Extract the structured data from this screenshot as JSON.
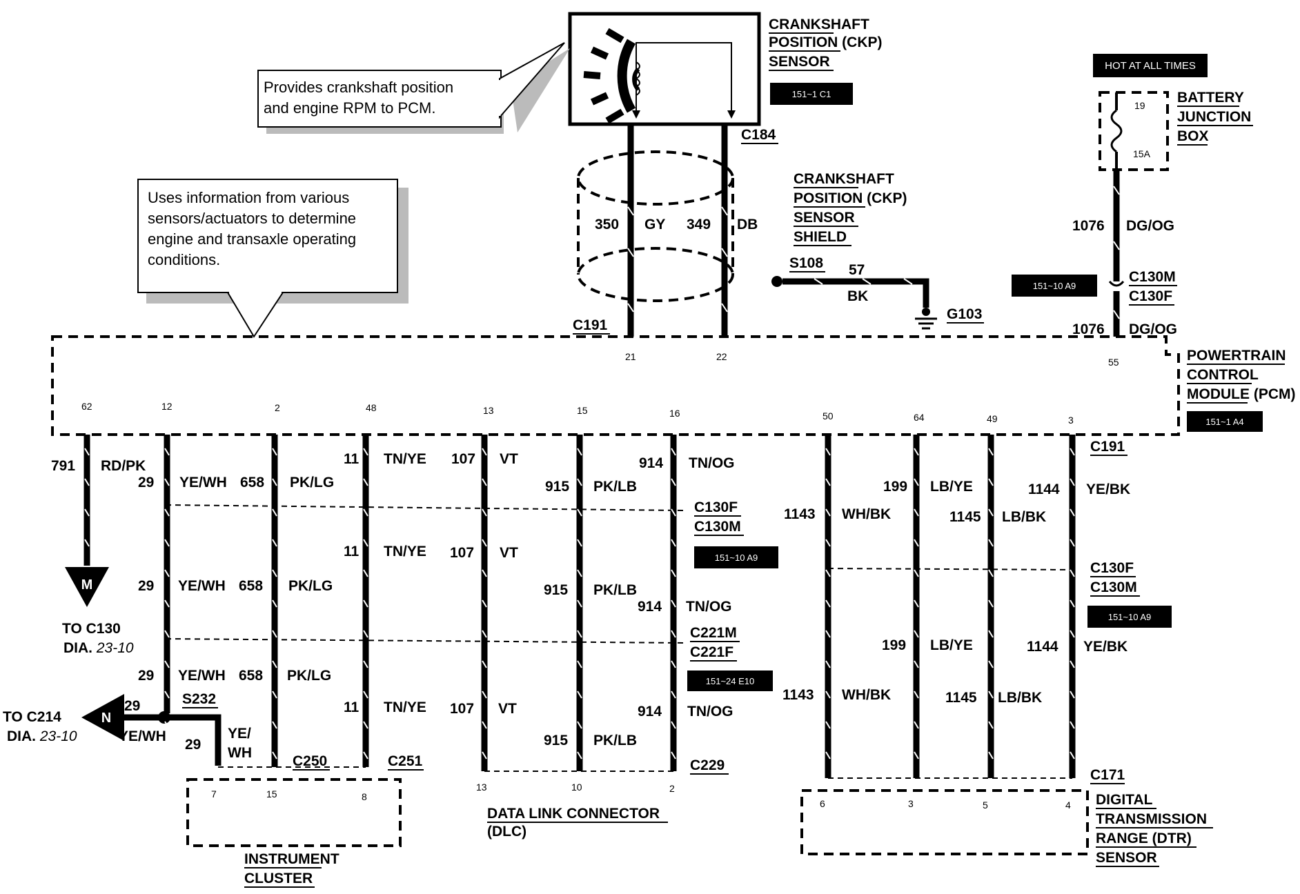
{
  "ckp": {
    "title": [
      "CRANKSHAFT",
      "POSITION (CKP)",
      "SENSOR"
    ],
    "badge": "151~1 C1",
    "note": [
      "Provides crankshaft position",
      "and engine RPM to PCM."
    ]
  },
  "ckp_shield": {
    "title": [
      "CRANKSHAFT",
      "POSITION (CKP)",
      "SENSOR",
      "SHIELD"
    ],
    "wire_a": {
      "circuit": "350",
      "color": "GY"
    },
    "wire_b": {
      "circuit": "349",
      "color": "DB"
    },
    "c184": "C184",
    "c191": "C191",
    "splice": "S108",
    "ground_circuit": "57",
    "ground_color": "BK",
    "ground": "G103",
    "pins": [
      "21",
      "22"
    ]
  },
  "battery": {
    "hot": "HOT AT ALL TIMES",
    "title": [
      "BATTERY",
      "JUNCTION",
      "BOX"
    ],
    "fuse_num": "19",
    "fuse_amp": "15A",
    "circuit": "1076",
    "color": "DG/OG",
    "conn_m": "C130M",
    "conn_f": "C130F",
    "badge": "151~10 A9",
    "pin": "55"
  },
  "pcm": {
    "note": [
      "Uses information from various",
      "sensors/actuators to determine",
      "engine and transaxle operating",
      "conditions."
    ],
    "title": [
      "POWERTRAIN",
      "CONTROL",
      "MODULE (PCM)"
    ],
    "badge": "151~1 A4",
    "pins": [
      "62",
      "12",
      "2",
      "48",
      "13",
      "15",
      "16",
      "50",
      "64",
      "49",
      "3"
    ]
  },
  "left": {
    "w791": {
      "circuit": "791",
      "color": "RD/PK"
    },
    "m_letter": "M",
    "to_c130": "TO C130",
    "dia_c130": "DIA.",
    "dia_c130_num": "23-10",
    "w29": {
      "circuit": "29",
      "color": "YE/WH"
    },
    "w658": {
      "circuit": "658",
      "color": "PK/LG"
    },
    "w11": {
      "circuit": "11",
      "color": "TN/YE"
    },
    "w107": {
      "circuit": "107",
      "color": "VT"
    },
    "w915": {
      "circuit": "915",
      "color": "PK/LB"
    },
    "w914": {
      "circuit": "914",
      "color": "TN/OG"
    },
    "c130f": "C130F",
    "c130m": "C130M",
    "badge_c130": "151~10 A9",
    "c221m": "C221M",
    "c221f": "C221F",
    "badge_c221": "151~24 E10",
    "n_letter": "N",
    "to_c214": "TO C214",
    "dia_c214": "DIA.",
    "dia_c214_num": "23-10",
    "s232": "S232",
    "ye": "YE/",
    "wh": "WH",
    "c250": "C250",
    "c251": "C251",
    "c229": "C229"
  },
  "instrument": {
    "title": [
      "INSTRUMENT",
      "CLUSTER"
    ],
    "pins": [
      "7",
      "15",
      "8"
    ]
  },
  "dlc": {
    "title": "DATA LINK CONNECTOR",
    "sub": "(DLC)",
    "pins": [
      "13",
      "10",
      "2"
    ]
  },
  "right": {
    "w1143": {
      "circuit": "1143",
      "color": "WH/BK"
    },
    "w199": {
      "circuit": "199",
      "color": "LB/YE"
    },
    "w1145": {
      "circuit": "1145",
      "color": "LB/BK"
    },
    "w1144": {
      "circuit": "1144",
      "color": "YE/BK"
    },
    "c191": "C191",
    "c130f": "C130F",
    "c130m": "C130M",
    "badge": "151~10 A9",
    "c171": "C171"
  },
  "dtr": {
    "title": [
      "DIGITAL",
      "TRANSMISSION",
      "RANGE (DTR)",
      "SENSOR"
    ],
    "pins": [
      "6",
      "3",
      "5",
      "4"
    ]
  }
}
